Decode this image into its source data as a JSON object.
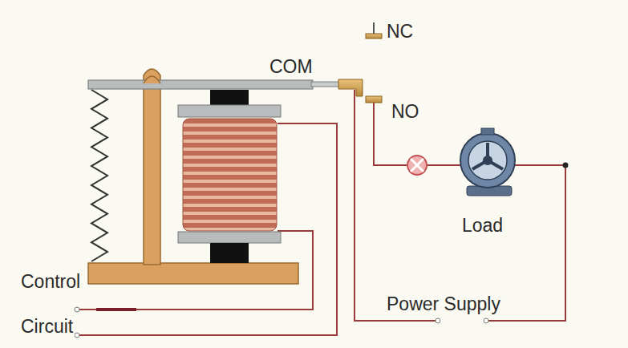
{
  "diagram": {
    "labels": [
      "NC",
      "COM",
      "NO",
      "Load",
      "Control",
      "Circuit",
      "Power Supply"
    ]
  }
}
